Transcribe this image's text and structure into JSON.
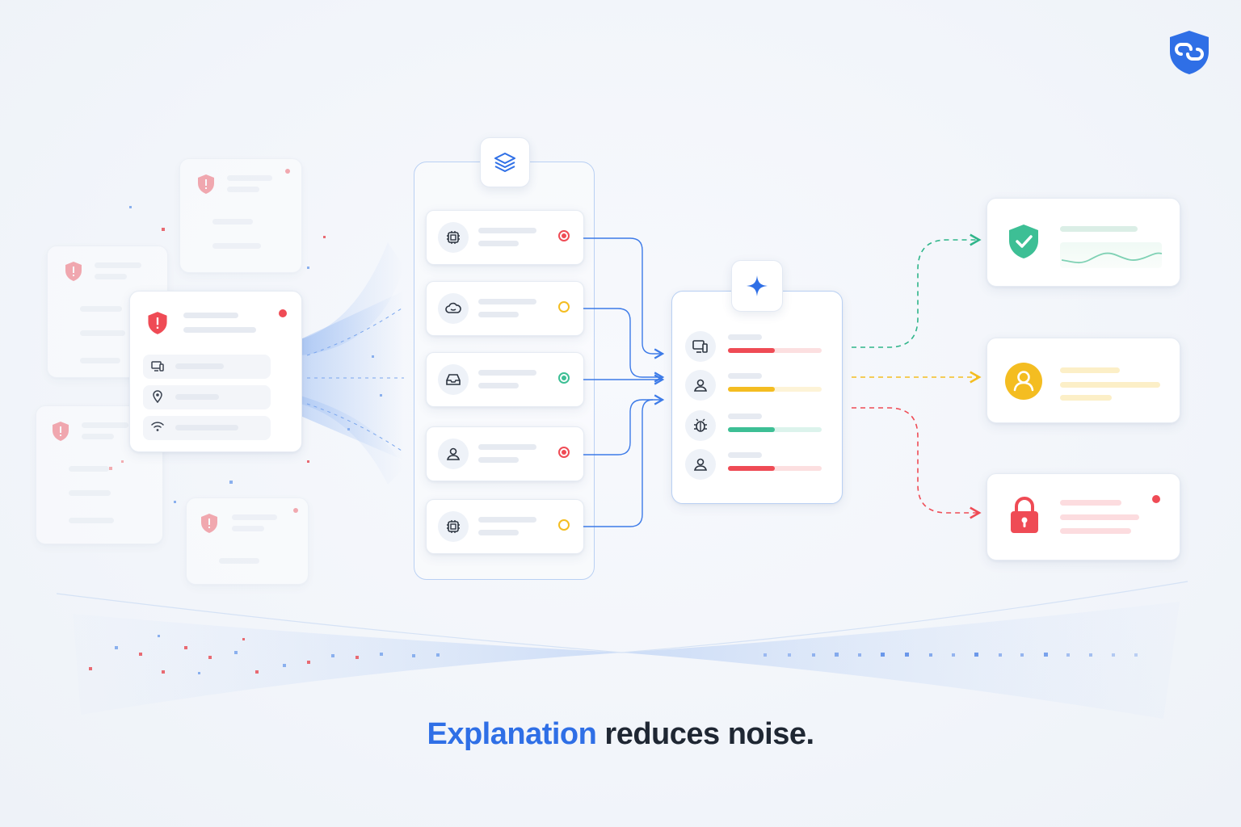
{
  "tagline": {
    "accent": "Explanation",
    "rest": " reduces noise."
  },
  "colors": {
    "accent": "#2f6fe6",
    "red": "#ef4b55",
    "yellow": "#f4bd21",
    "green": "#3dbf95",
    "panel_border": "#b9d0f3"
  },
  "icons": {
    "logo": "shield-link-icon",
    "alert": "alert-shield-icon",
    "device": "monitor-icon",
    "location": "location-pin-icon",
    "wifi": "wifi-icon",
    "stack": "layers-icon",
    "sparkle": "sparkle-icon",
    "safe": "check-shield-icon",
    "user": "user-icon",
    "lock": "lock-icon"
  },
  "queue_items": [
    {
      "icon": "chip-icon",
      "status": "red"
    },
    {
      "icon": "cloud-icon",
      "status": "yellow"
    },
    {
      "icon": "inbox-icon",
      "status": "green"
    },
    {
      "icon": "user-icon",
      "status": "red"
    },
    {
      "icon": "chip-icon",
      "status": "yellow"
    }
  ],
  "analysis_rows": [
    {
      "icon": "monitor-icon",
      "severity": "red"
    },
    {
      "icon": "user-icon",
      "severity": "yellow"
    },
    {
      "icon": "bug-icon",
      "severity": "green"
    },
    {
      "icon": "user-icon",
      "severity": "red"
    }
  ],
  "outcomes": [
    {
      "name": "safe",
      "color": "green"
    },
    {
      "name": "user-review",
      "color": "yellow"
    },
    {
      "name": "blocked",
      "color": "red"
    }
  ]
}
